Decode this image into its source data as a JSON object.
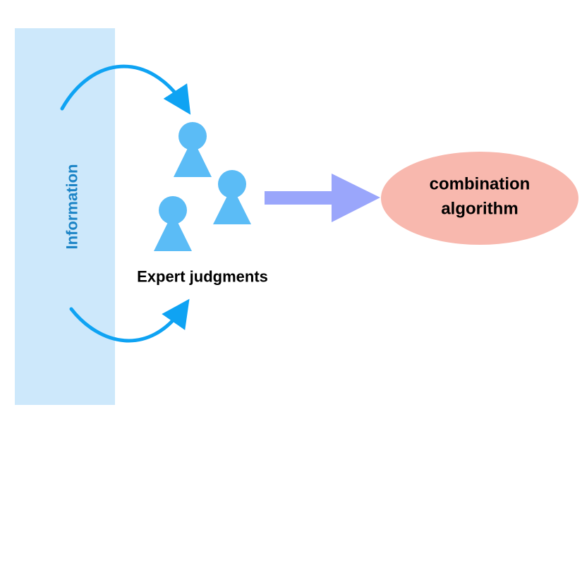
{
  "information": {
    "label": "Information"
  },
  "experts": {
    "label": "Expert judgments",
    "count": 3
  },
  "algorithm": {
    "line1": "combination",
    "line2": "algorithm"
  },
  "colors": {
    "information_panel": "#cde8fb",
    "information_text": "#1c84c6",
    "expert_figure": "#5bbcf6",
    "curved_arrow": "#0fa3f3",
    "main_arrow": "#9aa6fb",
    "algorithm_ellipse": "#f8b8ae",
    "text": "#000000"
  }
}
